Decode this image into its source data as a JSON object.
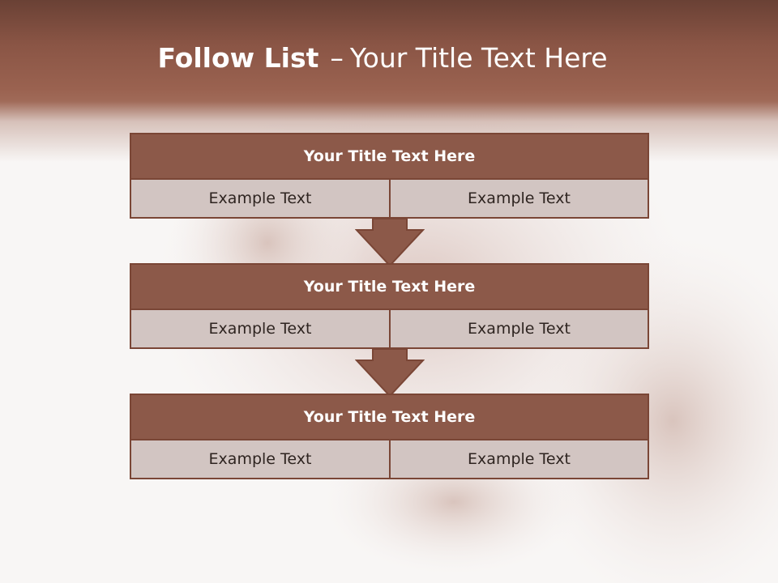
{
  "slide": {
    "title_bold": "Follow List",
    "title_dash": "–",
    "title_rest": "Your Title Text Here"
  },
  "boxes": [
    {
      "title": "Your Title Text Here",
      "left_text": "Example Text",
      "right_text": "Example Text"
    },
    {
      "title": "Your Title Text Here",
      "left_text": "Example Text",
      "right_text": "Example Text"
    },
    {
      "title": "Your Title Text Here",
      "left_text": "Example Text",
      "right_text": "Example Text"
    }
  ],
  "colors": {
    "header_brown": "#8a5545",
    "box_header": "#8c5949",
    "box_cell": "#d2c5c2",
    "border": "#7a4636",
    "background": "#f8f6f5"
  }
}
